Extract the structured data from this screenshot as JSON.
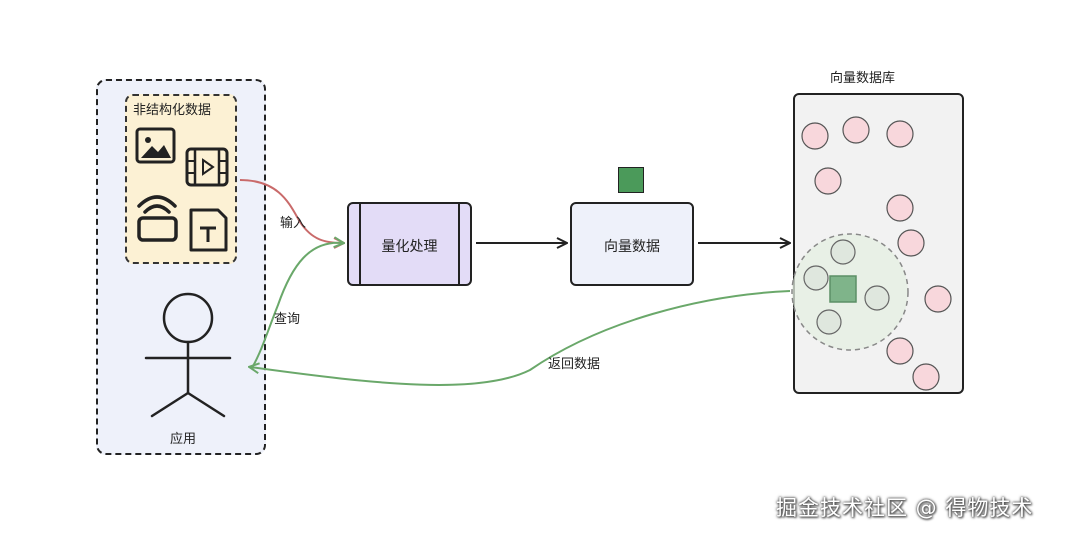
{
  "nodes": {
    "unstructured_data": "非结构化数据",
    "application": "应用",
    "quantize": "量化处理",
    "vector_data": "向量数据",
    "vector_db": "向量数据库"
  },
  "edges": {
    "input": "输入",
    "query": "查询",
    "return_data": "返回数据"
  },
  "icons": [
    "image-icon",
    "video-icon",
    "signal-icon",
    "text-file-icon"
  ],
  "colors": {
    "app_bg": "#eef1fa",
    "unstructured_bg": "#fcf1d4",
    "quantize_bg": "#e3dcf7",
    "vector_square": "#4b9a5a",
    "input_arrow": "#c96a6a",
    "return_arrow": "#6aa86a",
    "db_points": "#f8d7dc"
  },
  "watermark": "掘金技术社区 @ 得物技术"
}
